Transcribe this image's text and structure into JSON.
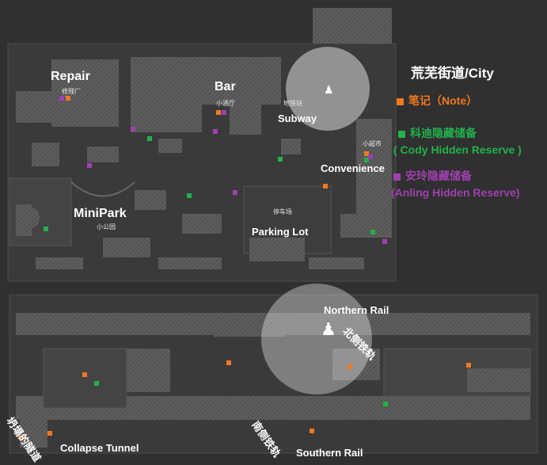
{
  "legend": {
    "title": "荒芜街道/City",
    "note": "笔记（Note）",
    "cody_cn": "科迪隐藏储备",
    "cody_en": "( Cody Hidden Reserve )",
    "anling_cn": "安玲隐藏储备",
    "anling_en": "(Anling Hidden Reserve)"
  },
  "colors": {
    "note": "#f07820",
    "cody": "#22b14c",
    "anling": "#a040b0",
    "background": "#2f302f",
    "building": "#5a5a5a"
  },
  "labels": {
    "repair": "Repair",
    "repair_cn": "修理厂",
    "bar": "Bar",
    "bar_cn": "小酒厅",
    "subway": "Subway",
    "subway_cn": "地铁站",
    "convenience": "Convenience",
    "convenience_cn": "小超市",
    "minipark": "MiniPark",
    "minipark_cn": "小公园",
    "parking": "Parking Lot",
    "parking_cn": "停车场",
    "northern_rail": "Northern Rail",
    "northern_rail_cn": "北侧铁轨",
    "southern_rail": "Southern Rail",
    "southern_rail_cn": "南侧铁轨",
    "collapse_tunnel": "Collapse Tunnel",
    "collapse_tunnel_cn": "坍塌的隧道"
  },
  "icons": {
    "player_marker": "player-figure-icon"
  }
}
